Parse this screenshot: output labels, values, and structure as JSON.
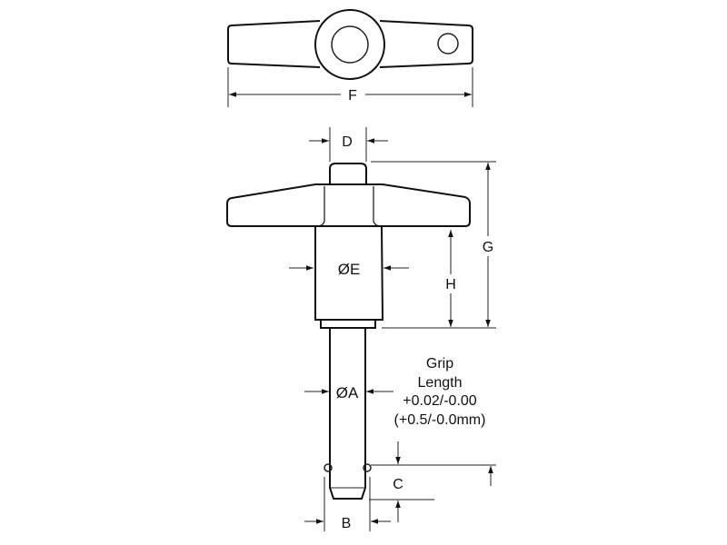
{
  "labels": {
    "F": "F",
    "D": "D",
    "E": "ØE",
    "G": "G",
    "H": "H",
    "A": "ØA",
    "B": "B",
    "C": "C"
  },
  "note": {
    "line1": "Grip",
    "line2": "Length",
    "line3": "+0.02/-0.00",
    "line4": "(+0.5/-0.0mm)"
  }
}
